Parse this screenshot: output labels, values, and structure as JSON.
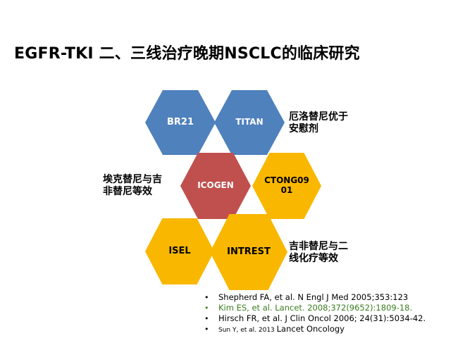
{
  "slide": {
    "title": "EGFR-TKI 二、三线治疗晚期NSCLC的临床研究"
  },
  "hexagons": [
    {
      "key": "br21",
      "label": "BR21",
      "color": "#4f81bd"
    },
    {
      "key": "titan",
      "label": "TITAN",
      "color": "#4f81bd"
    },
    {
      "key": "icogen",
      "label": "ICOGEN",
      "color": "#c0504d"
    },
    {
      "key": "ctong",
      "label": "CTONG09\n01",
      "color": "#f9b700"
    },
    {
      "key": "isel",
      "label": "ISEL",
      "color": "#f9b700"
    },
    {
      "key": "intrest",
      "label": "INTREST",
      "color": "#f9b700"
    }
  ],
  "notes": {
    "titan_note": "厄洛替尼优于\n安慰剂",
    "icogen_note": "埃克替尼与吉\n非替尼等效",
    "intrest_note": "吉非替尼与二\n线化疗等效"
  },
  "references": [
    {
      "text": "Shepherd FA, et al. N Engl J Med 2005;353:123",
      "color": "#000000"
    },
    {
      "text": "Kim ES, et al. Lancet. 2008;372(9652):1809-18.",
      "color": "#3a7d1e"
    },
    {
      "text": "Hirsch FR, et al. J Clin Oncol 2006; 24(31):5034-42.",
      "color": "#000000"
    },
    {
      "text_a": "Sun Y, et al. 2013 ",
      "text_b": "Lancet Oncology",
      "color": "#000000"
    }
  ]
}
